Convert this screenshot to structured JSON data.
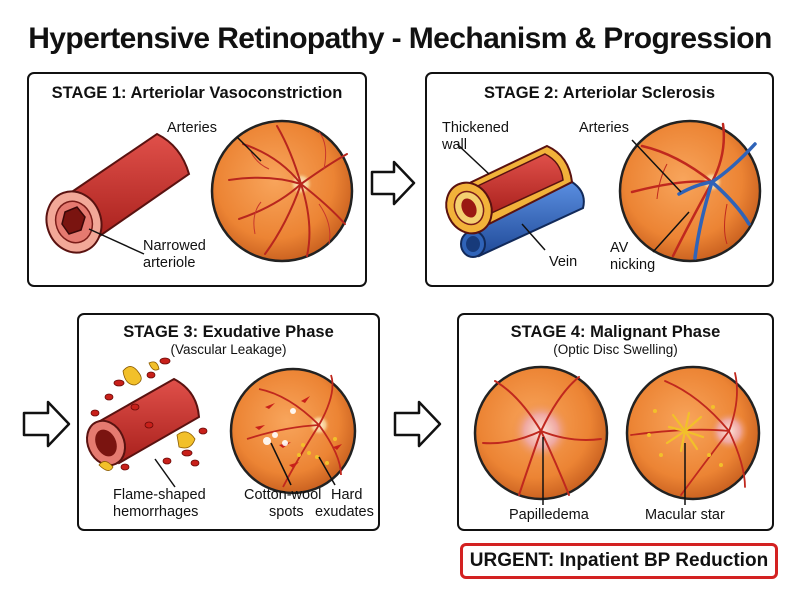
{
  "title": "Hypertensive Retinopathy - Mechanism & Progression",
  "stage1": {
    "title": "STAGE 1: Arteriolar Vasoconstriction",
    "label_arteries": "Arteries",
    "label_narrowed_1": "Narrowed",
    "label_narrowed_2": "arteriole"
  },
  "stage2": {
    "title": "STAGE 2: Arteriolar Sclerosis",
    "label_thick_1": "Thickened",
    "label_thick_2": "wall",
    "label_arteries": "Arteries",
    "label_vein": "Vein",
    "label_av_1": "AV",
    "label_av_2": "nicking"
  },
  "stage3": {
    "title": "STAGE 3: Exudative Phase",
    "subtitle": "(Vascular Leakage)",
    "label_flame_1": "Flame-shaped",
    "label_flame_2": "hemorrhages",
    "label_cotton_1": "Cotton-wool",
    "label_cotton_2": "spots",
    "label_hard_1": "Hard",
    "label_hard_2": "exudates"
  },
  "stage4": {
    "title": "STAGE 4: Malignant Phase",
    "subtitle": "(Optic Disc Swelling)",
    "label_papilledema": "Papilledema",
    "label_macular": "Macular star"
  },
  "urgent": "URGENT: Inpatient BP Reduction",
  "colors": {
    "artery": "#c9302c",
    "vein": "#2f63b8",
    "retina": "#ee8a3a",
    "exudate": "#f2c02a",
    "urgent_border": "#d32121"
  }
}
